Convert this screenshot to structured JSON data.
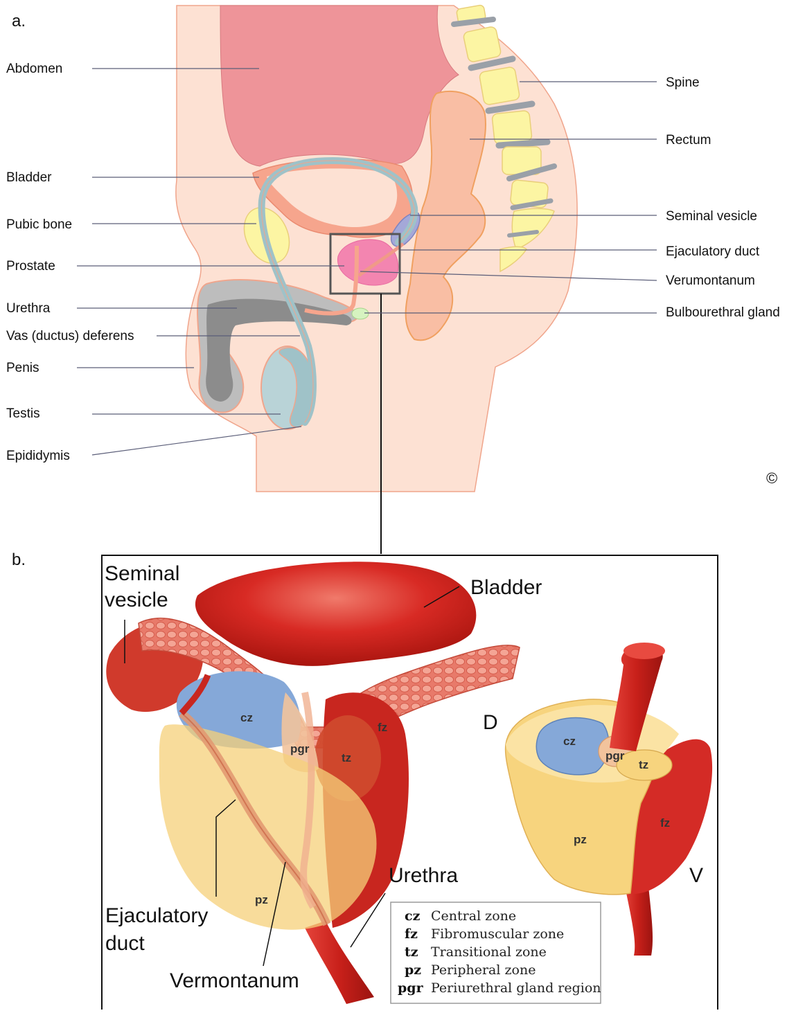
{
  "panel_a": {
    "letter": "a.",
    "copyright": "©",
    "labels_left": {
      "abdomen": "Abdomen",
      "bladder": "Bladder",
      "pubic_bone": "Pubic bone",
      "prostate": "Prostate",
      "urethra": "Urethra",
      "vas_deferens": "Vas (ductus) deferens",
      "penis": "Penis",
      "testis": "Testis",
      "epididymis": "Epididymis"
    },
    "labels_right": {
      "spine": "Spine",
      "rectum": "Rectum",
      "seminal_vesicle": "Seminal vesicle",
      "ejaculatory_duct": "Ejaculatory duct",
      "verumontanum": "Verumontanum",
      "bulbourethral_gland": "Bulbourethral gland"
    }
  },
  "panel_b": {
    "letter": "b.",
    "seminal_line1": "Seminal",
    "seminal_line2": "vesicle",
    "bladder": "Bladder",
    "urethra": "Urethra",
    "ejac_line1": "Ejaculatory",
    "ejac_line2": "duct",
    "vermontanum": "Vermontanum",
    "orient_dorsal": "D",
    "orient_ventral": "V",
    "zones": {
      "cz": "cz",
      "fz": "fz",
      "tz": "tz",
      "pz": "pz",
      "pgr": "pgr"
    },
    "legend": [
      {
        "abbr": "cz",
        "text": "Central zone"
      },
      {
        "abbr": "fz",
        "text": "Fibromuscular zone"
      },
      {
        "abbr": "tz",
        "text": "Transitional zone"
      },
      {
        "abbr": "pz",
        "text": "Peripheral zone"
      },
      {
        "abbr": "pgr",
        "text": "Periurethral gland region"
      }
    ]
  },
  "colors": {
    "skin": "#fde1d3",
    "abdomen": "#ee9499",
    "bladder_wall": "#f6a58d",
    "duct": "#9fc2c8",
    "bone": "#fcf5a3",
    "prostate_pink": "#f385b0",
    "rectum": "#f9bea4",
    "penis_gray": "#8c8c8c",
    "testis": "#b9d3d7",
    "muscle_red": "#d42b26",
    "zone_cz": "#85a8d8",
    "zone_pz": "#f7d47e",
    "zone_tz": "#cf4a2e",
    "zone_pgr": "#f2c39c"
  }
}
